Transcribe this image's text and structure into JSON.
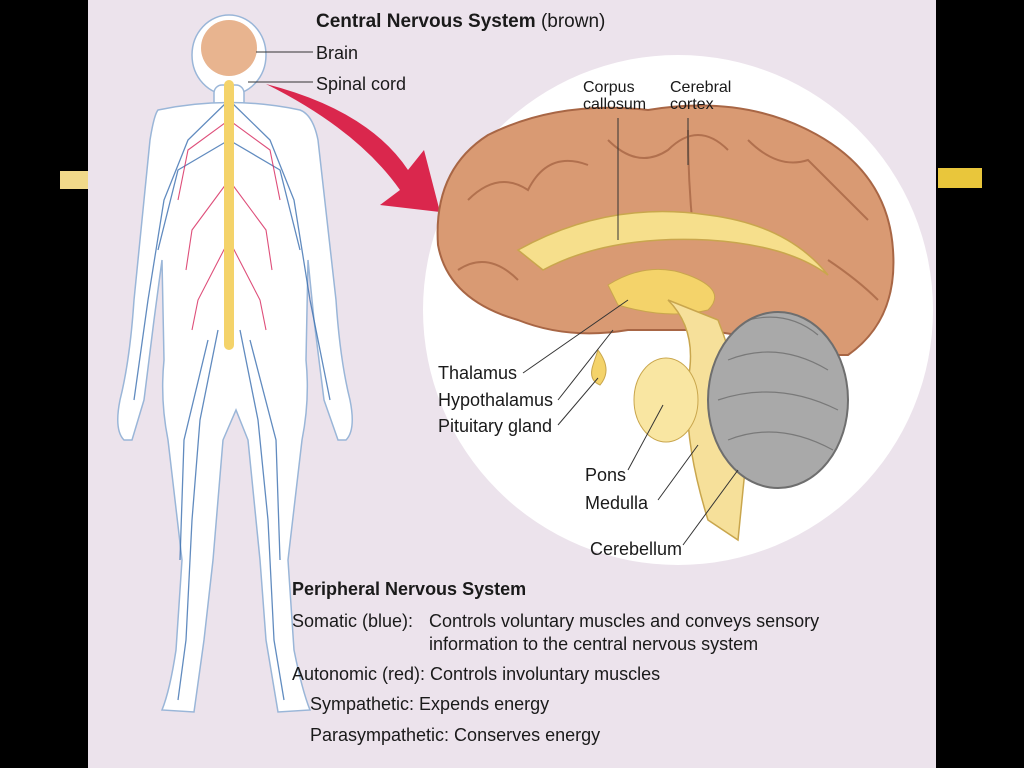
{
  "cns": {
    "title": "Central Nervous System",
    "title_suffix": "(brown)",
    "brain": "Brain",
    "spinal_cord": "Spinal cord"
  },
  "brain_labels": {
    "corpus_callosum_1": "Corpus",
    "corpus_callosum_2": "callosum",
    "cerebral_cortex_1": "Cerebral",
    "cerebral_cortex_2": "cortex",
    "thalamus": "Thalamus",
    "hypothalamus": "Hypothalamus",
    "pituitary": "Pituitary gland",
    "pons": "Pons",
    "medulla": "Medulla",
    "cerebellum": "Cerebellum"
  },
  "pns": {
    "title": "Peripheral Nervous System",
    "somatic_label": "Somatic (blue):",
    "somatic_text_1": "Controls voluntary muscles and conveys sensory",
    "somatic_text_2": "information to the central nervous system",
    "autonomic": "Autonomic (red): Controls involuntary muscles",
    "sympathetic": "Sympathetic: Expends energy",
    "parasympathetic": "Parasympathetic: Conserves energy"
  },
  "colors": {
    "background": "#ece3ec",
    "cns": "#d99a73",
    "somatic_nerves": "#3a6fb0",
    "autonomic_nerves": "#d6245a",
    "spinal_cord": "#f4d36a",
    "arrow": "#d8173f"
  }
}
